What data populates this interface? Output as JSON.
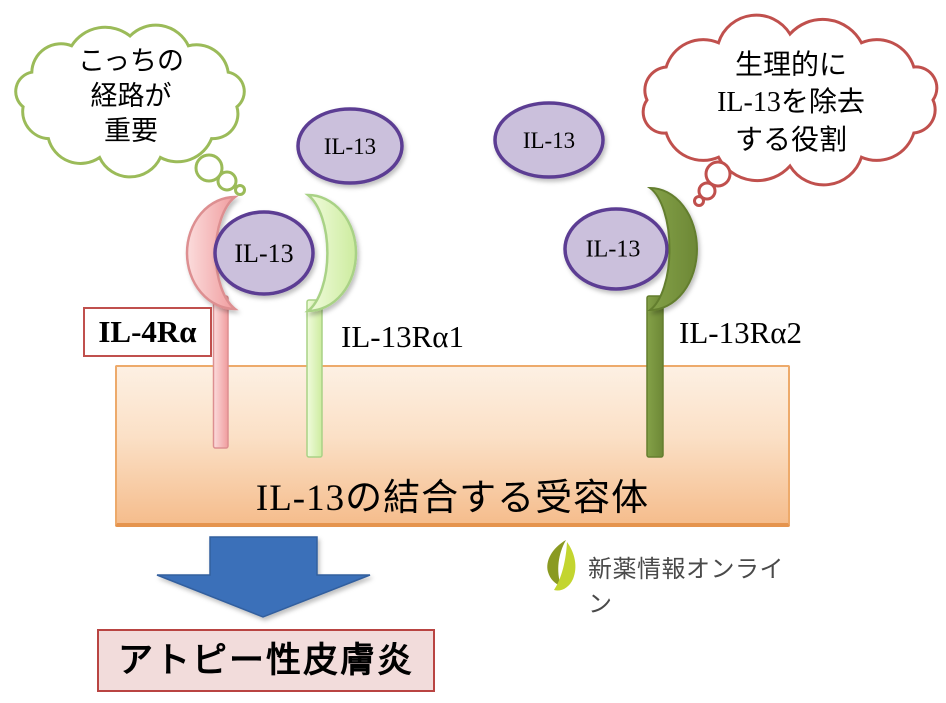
{
  "thought_left": {
    "line1": "こっちの",
    "line2": "経路が",
    "line3": "重要",
    "color": "#9bbb59"
  },
  "thought_right": {
    "line1": "生理的に",
    "line2_serif": "IL-13",
    "line2_rest": "を除去",
    "line3": "する役割",
    "color": "#c0504d"
  },
  "ligand": {
    "label": "IL-13",
    "fill": "#cbc0dc",
    "stroke": "#5c3d93"
  },
  "receptors": {
    "il4ra": {
      "label": "IL-4Rα",
      "fill_light": "#fbdcdc",
      "fill_dark": "#f09c9e",
      "stroke": "#dd8f91",
      "label_box_border": "#c0504d"
    },
    "il13ra1": {
      "label": "IL-13Rα1",
      "fill_light": "#f0fbdc",
      "fill_dark": "#cdec9f",
      "stroke": "#a9d286"
    },
    "il13ra2": {
      "label": "IL-13Rα2",
      "fill_light": "#84a148",
      "fill_dark": "#6d8836",
      "stroke": "#647e2e"
    }
  },
  "membrane": {
    "label_serif": "IL-13",
    "label_rest": "の結合する受容体",
    "grad_top": "#fdf0e3",
    "grad_mid": "#fbe0c6",
    "grad_bottom": "#f5bd8d",
    "border": "#edaa6b",
    "bottom_edge": "#e5944e"
  },
  "arrow": {
    "color": "#3b70b9",
    "edge": "#335f9e"
  },
  "outcome": {
    "label": "アトピー性皮膚炎",
    "fill": "#f2dcdb",
    "border": "#b94442"
  },
  "logo": {
    "text": "新薬情報オンライン",
    "color": "#4a4a4a",
    "leaf_dark": "#8a9a21",
    "leaf_light": "#c3d52f"
  }
}
